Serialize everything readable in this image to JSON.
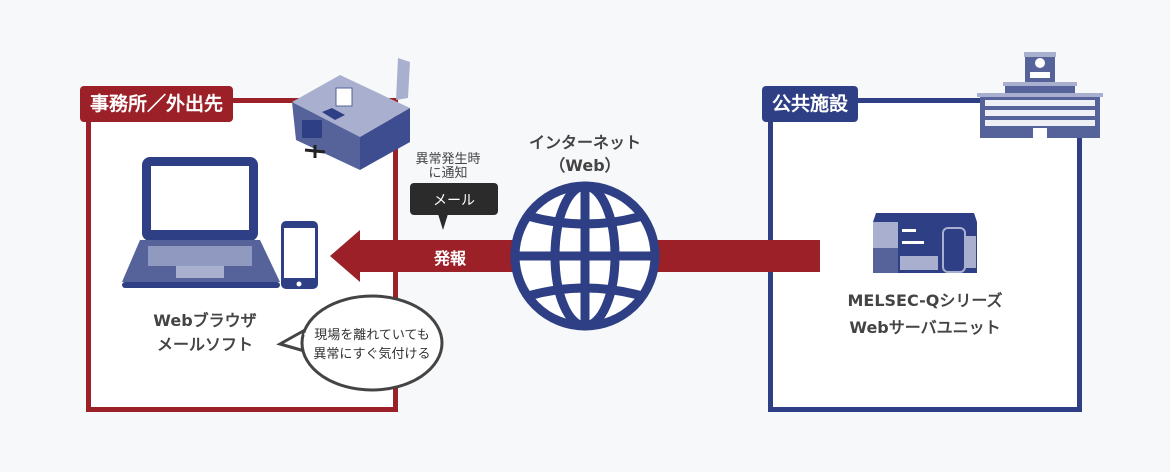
{
  "office": {
    "label": "事務所／外出先",
    "client_line1": "Webブラウザ",
    "client_line2": "メールソフト",
    "bubble_line1": "現場を離れていても",
    "bubble_line2": "異常にすぐ気付ける"
  },
  "notice": {
    "line1": "異常発生時",
    "line2": "に通知",
    "mail_label": "メール",
    "arrow_label": "発報"
  },
  "internet": {
    "line1": "インターネット",
    "line2": "（Web）"
  },
  "facility": {
    "label": "公共施設",
    "device_line1": "MELSEC-Qシリーズ",
    "device_line2": "Webサーバユニット"
  },
  "colors": {
    "red": "#9b2027",
    "navy": "#2f3f85",
    "bg": "#f7f8fa"
  }
}
